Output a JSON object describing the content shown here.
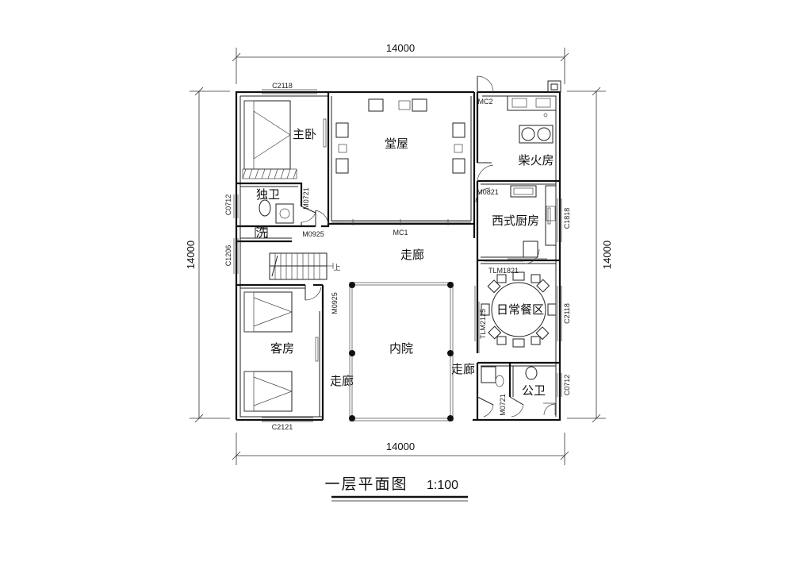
{
  "title": "一层平面图",
  "scale": "1:100",
  "dimensions": {
    "top": "14000",
    "bottom": "14000",
    "left": "14000",
    "right": "14000"
  },
  "rooms": {
    "master_bedroom": "主卧",
    "main_hall": "堂屋",
    "firewood_kitchen": "柴火房",
    "private_bath": "独卫",
    "wash": "洗",
    "western_kitchen": "西式厨房",
    "corridor_top": "走廊",
    "daily_dining": "日常餐区",
    "guest_room": "客房",
    "courtyard": "内院",
    "corridor_left": "走廊",
    "corridor_right": "走廊",
    "public_bath": "公卫"
  },
  "codes": {
    "c2118_top": "C2118",
    "mc2": "MC2",
    "c0712_left": "C0712",
    "m0721_bath": "M0721",
    "m0925_top": "M0925",
    "mc1": "MC1",
    "m0821": "M0821",
    "c1818": "C1818",
    "c1206": "C1206",
    "tlm1821": "TLM1821",
    "m0925_guest": "M0925",
    "tlm2125": "TLM2125",
    "c2118_right": "C2118",
    "c0712_right": "C0712",
    "m0721_pub": "M0721",
    "c2121": "C2121",
    "stair_up": "上"
  }
}
